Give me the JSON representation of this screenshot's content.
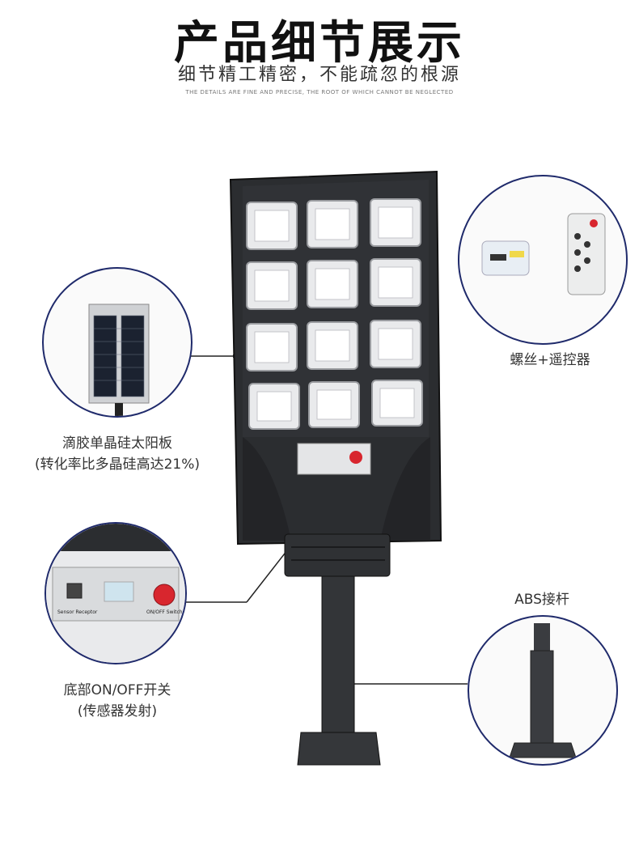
{
  "header": {
    "title": "产品细节展示",
    "subtitle": "细节精工精密，不能疏忽的根源",
    "tagline": "THE DETAILS ARE FINE AND PRECISE, THE ROOT OF WHICH CANNOT BE NEGLECTED"
  },
  "callouts": {
    "solar_panel": {
      "line1": "滴胶单晶硅太阳板",
      "line2": "(转化率比多晶硅高达21%)"
    },
    "accessories": {
      "label": "螺丝+遥控器"
    },
    "switch": {
      "line1": "底部ON/OFF开关",
      "line2": "(传感器发射)",
      "sensor_label": "Sensor Receptor",
      "switch_label": "ON/OFF Switch"
    },
    "pole": {
      "label": "ABS接杆"
    }
  },
  "colors": {
    "circle_border": "#1f2a6b",
    "lamp_body": "#2b2d30",
    "switch_red": "#d8262e"
  }
}
